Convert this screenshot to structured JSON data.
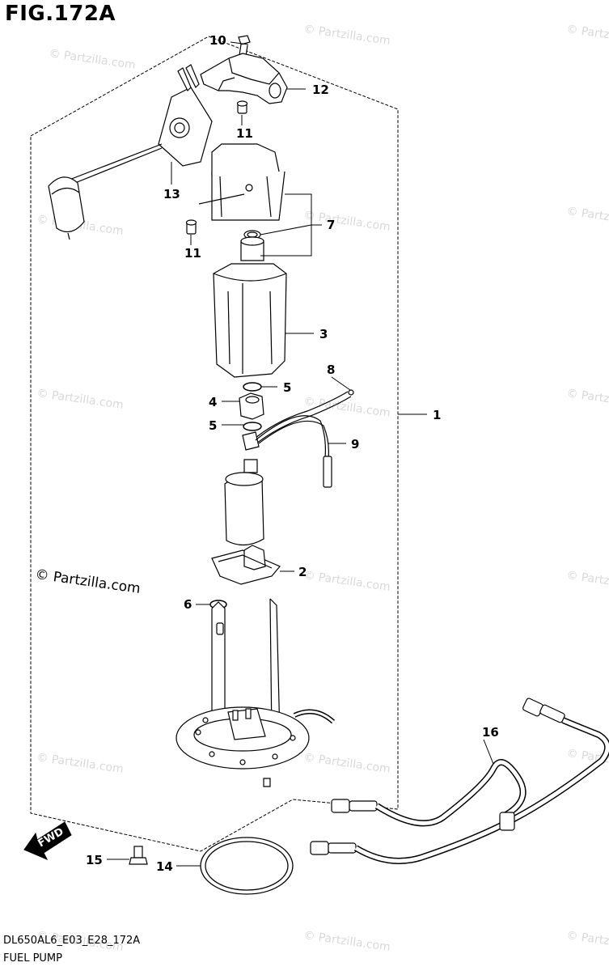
{
  "figure_title": "FIG.172A",
  "diagram_code": "DL650AL6_E03_E28_172A",
  "caption": "FUEL PUMP",
  "copyright_text": "© Partzilla.com",
  "watermark_text": "© Partzilla.com",
  "fwd_label": "FWD",
  "callouts": {
    "c1": "1",
    "c2": "2",
    "c3": "3",
    "c4": "4",
    "c5a": "5",
    "c5b": "5",
    "c6": "6",
    "c7": "7",
    "c8": "8",
    "c9": "9",
    "c10": "10",
    "c11a": "11",
    "c11b": "11",
    "c12": "12",
    "c13": "13",
    "c14": "14",
    "c15": "15",
    "c16": "16"
  },
  "colors": {
    "line": "#000000",
    "watermark": "#d9d9d9",
    "background": "#ffffff"
  }
}
